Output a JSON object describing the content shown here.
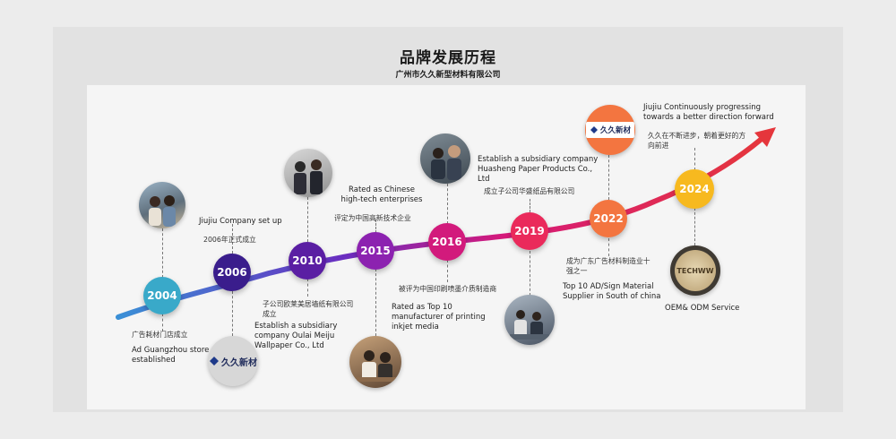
{
  "title": "品牌发展历程",
  "subtitle": "广州市久久新型材料有限公司",
  "logo_text": "久久新材",
  "techww_text": "TECHWW",
  "milestones": [
    {
      "year": "2004",
      "color": "#39a9c9",
      "cn": "广告耗材门店成立",
      "en": "Ad Guangzhou store established"
    },
    {
      "year": "2006",
      "color": "#3a1d8c",
      "cn": "2006年正式成立",
      "en": "Jiujiu Company set up"
    },
    {
      "year": "2010",
      "color": "#5a1ea3",
      "cn": "子公司欧莱美居墙纸有限公司成立",
      "en": "Establish a subsidiary company Oulai Meiju Wallpaper Co., Ltd"
    },
    {
      "year": "2015",
      "color": "#8c22b0",
      "cn": "评定为中国高新技术企业",
      "en": "Rated as Chinese high-tech enterprises"
    },
    {
      "year": "2016",
      "color": "#d21a7c",
      "cn": "被评为中国印刷喷墨介质制造商",
      "en": "Rated as Top 10 manufacturer of printing inkjet media"
    },
    {
      "year": "2019",
      "color": "#ea2a5b",
      "cn": "成立子公司华盛纸品有限公司",
      "en": "Establish a subsidiary company Huasheng Paper Products Co., Ltd"
    },
    {
      "year": "2022",
      "color": "#f37540",
      "cn": "成为广东广告材料制造业十强之一",
      "en": "Top 10 AD/Sign Material Supplier in South of china"
    },
    {
      "year": "2024",
      "color": "#f7b91f",
      "cn": "久久在不断进步，朝着更好的方向前进",
      "en": "Jiujiu Continuously progressing towards a better direction forward"
    }
  ],
  "oem_text": "OEM& ODM Service",
  "colors": {
    "arrow_start": "#3a8fd6",
    "arrow_mid": "#d6197a",
    "arrow_end": "#e5363c"
  }
}
